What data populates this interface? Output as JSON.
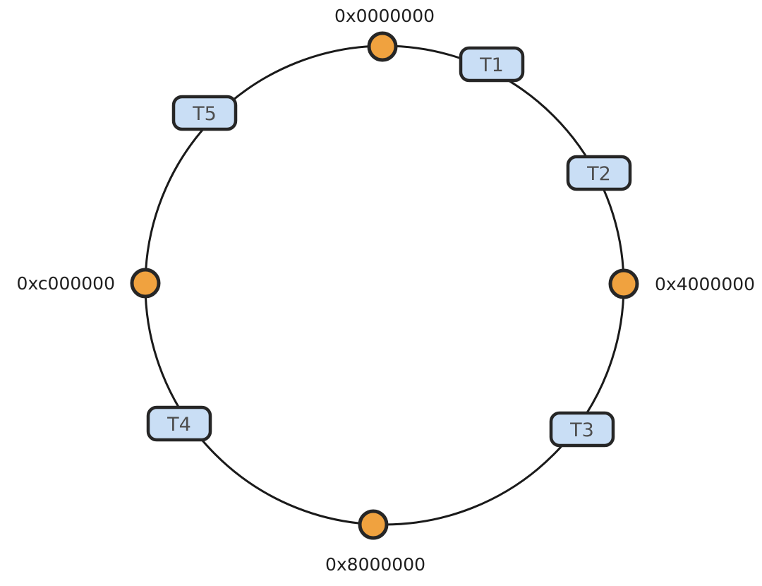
{
  "diagram": {
    "type": "hash-ring",
    "colors": {
      "background": "#FFFFFF",
      "ring_stroke": "#1A1A1A",
      "marker_fill": "#F0A23F",
      "marker_stroke": "#262626",
      "node_fill": "#C9DEF5",
      "node_stroke": "#262626",
      "hex_label_color": "#1F1F1F",
      "node_label_color": "#4D4D4D"
    },
    "markers": [
      {
        "label": "0x0000000",
        "position": "top"
      },
      {
        "label": "0x4000000",
        "position": "right"
      },
      {
        "label": "0x8000000",
        "position": "bottom"
      },
      {
        "label": "0xc000000",
        "position": "left"
      }
    ],
    "nodes": [
      {
        "label": "T1",
        "position": "upper-right"
      },
      {
        "label": "T2",
        "position": "right"
      },
      {
        "label": "T3",
        "position": "lower-right"
      },
      {
        "label": "T4",
        "position": "lower-left"
      },
      {
        "label": "T5",
        "position": "upper-left"
      }
    ]
  }
}
